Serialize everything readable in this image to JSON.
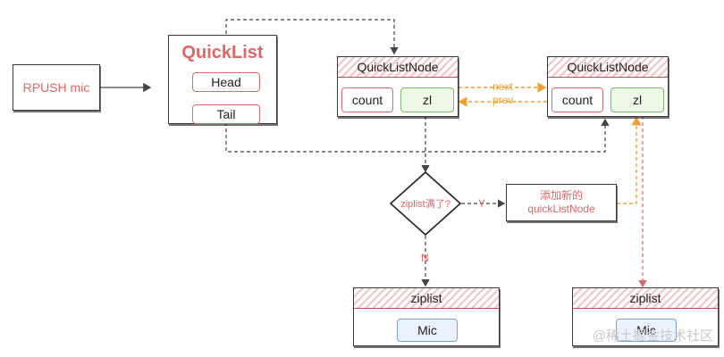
{
  "rpush": {
    "label": "RPUSH mic"
  },
  "quicklist": {
    "title": "QuickList",
    "head": "Head",
    "tail": "Tail"
  },
  "node_left": {
    "title": "QuickListNode",
    "count": "count",
    "zl": "zl"
  },
  "node_right": {
    "title": "QuickListNode",
    "count": "count",
    "zl": "zl"
  },
  "edges": {
    "next": "next",
    "prev": "prev",
    "yes": "Y",
    "no": "N"
  },
  "decision": {
    "label": "ziplist满了?"
  },
  "add_node": {
    "label": "添加新的\nquickListNode"
  },
  "ziplist_left": {
    "title": "ziplist",
    "item": "Mic"
  },
  "ziplist_right": {
    "title": "ziplist",
    "item": "Mic"
  },
  "watermark": {
    "text": "@稀土掘金技术社区"
  },
  "colors": {
    "red": "#e06666",
    "orange": "#f0a030",
    "dark": "#444444",
    "green": "#7fb86a",
    "blue": "#7a9fd6"
  }
}
